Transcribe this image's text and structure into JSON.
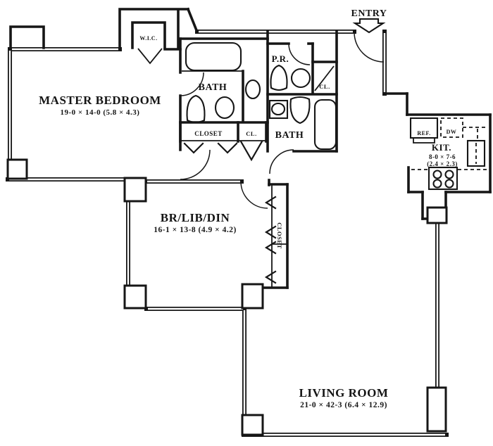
{
  "plan": {
    "entry": {
      "label": "ENTRY"
    },
    "rooms": {
      "master_bedroom": {
        "name": "MASTER BEDROOM",
        "dims": "19-0 × 14-0 (5.8 × 4.3)"
      },
      "br_lib_din": {
        "name": "BR/LIB/DIN",
        "dims": "16-1 × 13-8 (4.9 × 4.2)"
      },
      "living_room": {
        "name": "LIVING ROOM",
        "dims": "21-0 × 42-3 (6.4 × 12.9)"
      },
      "kitchen": {
        "name": "KIT.",
        "dims_ft": "8-0 × 7-6",
        "dims_m": "(2.4 × 2.3)"
      }
    },
    "baths": {
      "master_bath": "BATH",
      "second_bath": "BATH",
      "powder_room": "P.R."
    },
    "closets": {
      "wic": "W.I.C.",
      "master_closet": "CLOSET",
      "master_cl": "CL.",
      "hall_cl": "CL.",
      "br_closet": "CLOSET"
    },
    "appliances": {
      "ref": "REF.",
      "dw": "DW"
    }
  }
}
